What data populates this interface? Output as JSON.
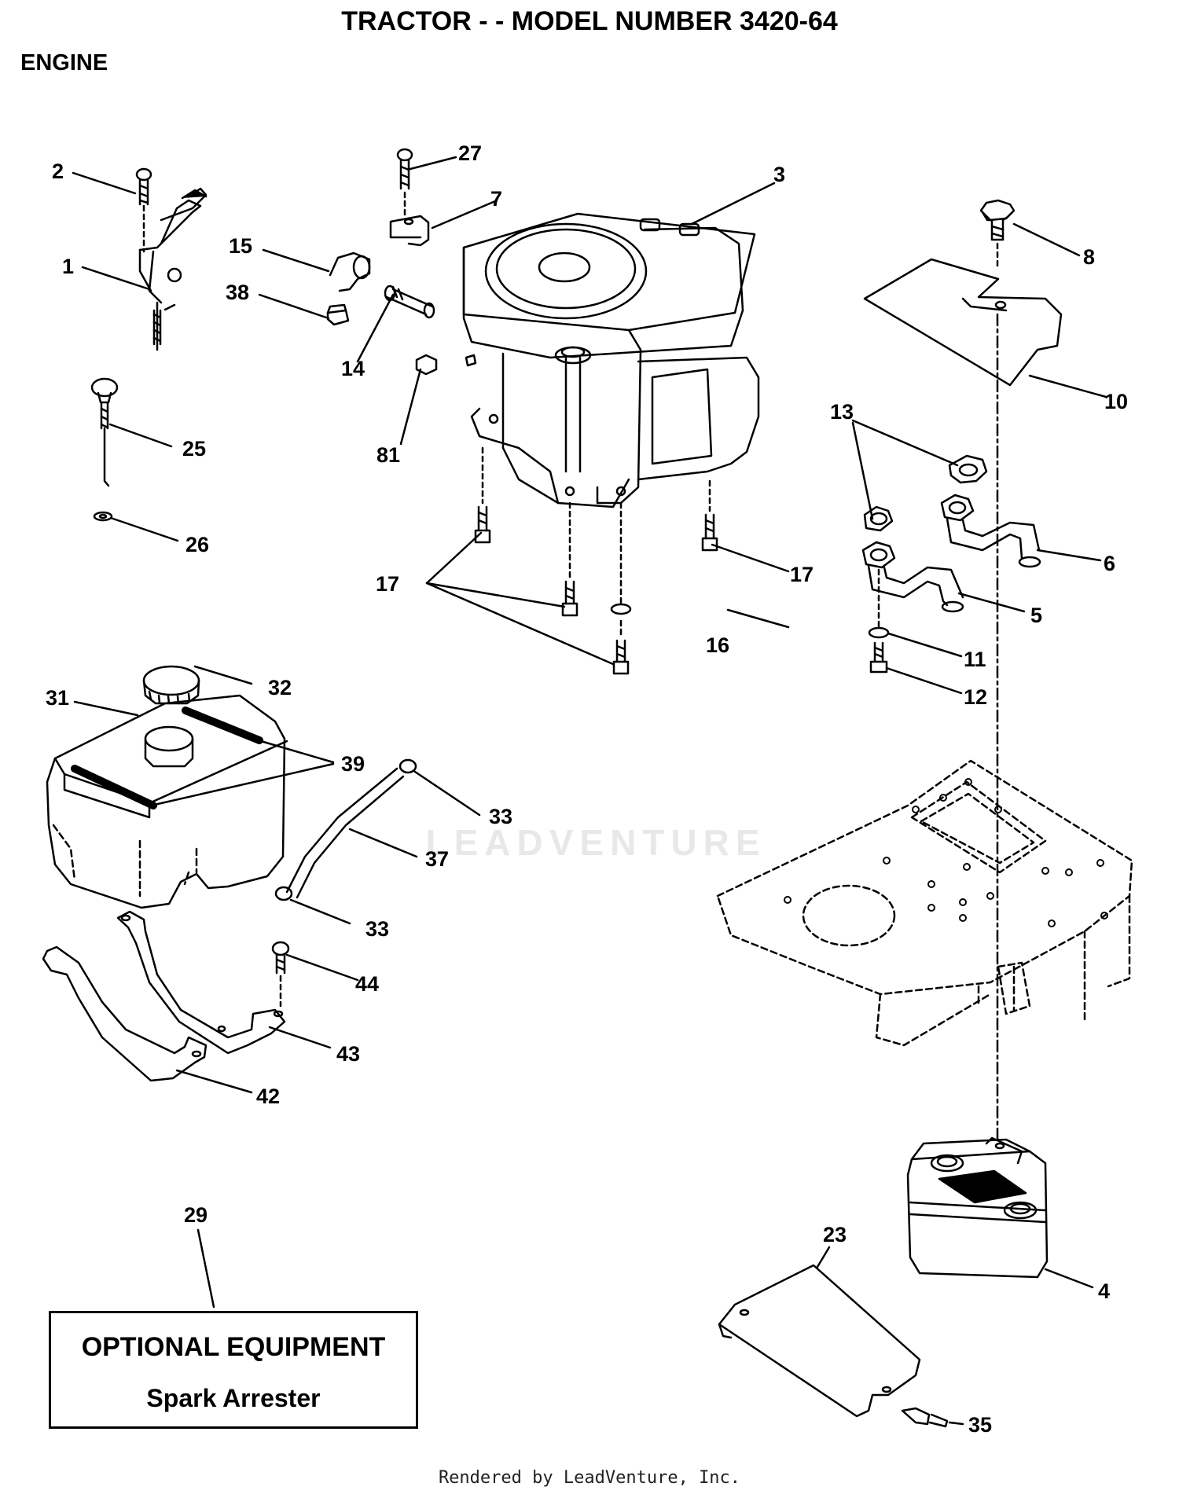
{
  "header": {
    "title": "TRACTOR - - MODEL NUMBER 3420-64",
    "section": "ENGINE"
  },
  "optional_box": {
    "title": "OPTIONAL EQUIPMENT",
    "item": "Spark Arrester"
  },
  "footer": {
    "text": "Rendered by LeadVenture, Inc."
  },
  "watermark": {
    "text": "LEADVENTURE"
  },
  "part_labels": {
    "p1": "1",
    "p2": "2",
    "p3": "3",
    "p4": "4",
    "p5": "5",
    "p6": "6",
    "p7": "7",
    "p8": "8",
    "p10": "10",
    "p11": "11",
    "p12": "12",
    "p13": "13",
    "p14": "14",
    "p15": "15",
    "p16": "16",
    "p17a": "17",
    "p17b": "17",
    "p23": "23",
    "p25": "25",
    "p26": "26",
    "p27": "27",
    "p29": "29",
    "p31": "31",
    "p32": "32",
    "p33a": "33",
    "p33b": "33",
    "p35": "35",
    "p37": "37",
    "p38": "38",
    "p39": "39",
    "p42": "42",
    "p43": "43",
    "p44": "44",
    "p81": "81"
  },
  "colors": {
    "ink": "#000000",
    "watermark": "#e8e8e8"
  }
}
